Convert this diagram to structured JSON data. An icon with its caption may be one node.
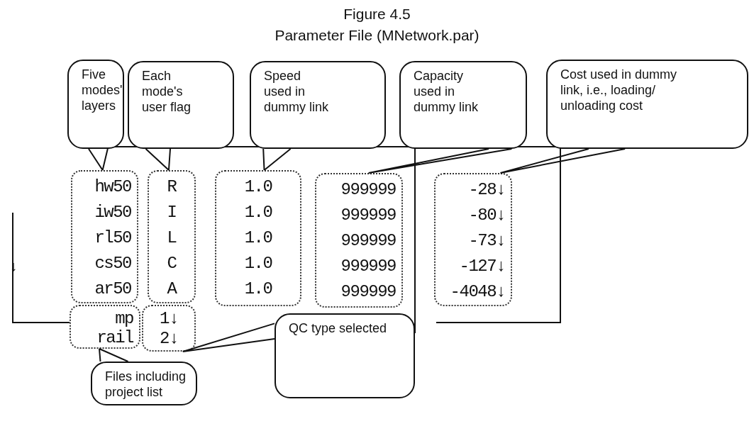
{
  "diagram": {
    "title": "Figure 4.5",
    "nodes": [
      {
        "text": [
          "Five modes' layers"
        ]
      },
      {
        "text": [
          "Each mode's user flag"
        ]
      },
      {
        "text": [
          "Speed used in dummy link"
        ]
      },
      {
        "text": [
          "Capacity used in dummy link"
        ]
      },
      {
        "text": [
          "Cost used in dummy link, i.e., loading/ unloading cost"
        ]
      },
      {
        "text": [
          "Files including project list"
        ]
      },
      {
        "text": [
          "QC type selected"
        ]
      },
      {
        "text": [
          "hw50",
          "iw50",
          "rl50",
          "cs50",
          "ar50"
        ]
      },
      {
        "text": [
          "R",
          "I",
          "L",
          "C",
          "A"
        ]
      },
      {
        "text": [
          "1.0",
          "1.0",
          "1.0",
          "1.0",
          "1.0"
        ]
      },
      {
        "text": [
          "999999",
          "999999",
          "999999",
          "999999",
          "999999"
        ]
      },
      {
        "text": [
          "-28↓",
          "-80↓",
          "-73↓",
          "-127↓",
          "-4048↓"
        ]
      },
      {
        "text": [
          "mp",
          "rail"
        ]
      },
      {
        "text": [
          "1↓",
          "2↓"
        ]
      }
    ],
    "edges": [
      {
        "from": 0,
        "to": 7,
        "arrow": "none"
      },
      {
        "from": 1,
        "to": 8,
        "arrow": "none"
      },
      {
        "from": 2,
        "to": 9,
        "arrow": "none"
      },
      {
        "from": 3,
        "to": 10,
        "arrow": "none"
      },
      {
        "from": 4,
        "to": 11,
        "arrow": "none"
      },
      {
        "from": 5,
        "to": 12,
        "arrow": "none"
      },
      {
        "from": 6,
        "to": 13,
        "arrow": "none"
      }
    ],
    "labels": [
      "Parameter File (MNetwork.par)",
      "↓"
    ]
  }
}
